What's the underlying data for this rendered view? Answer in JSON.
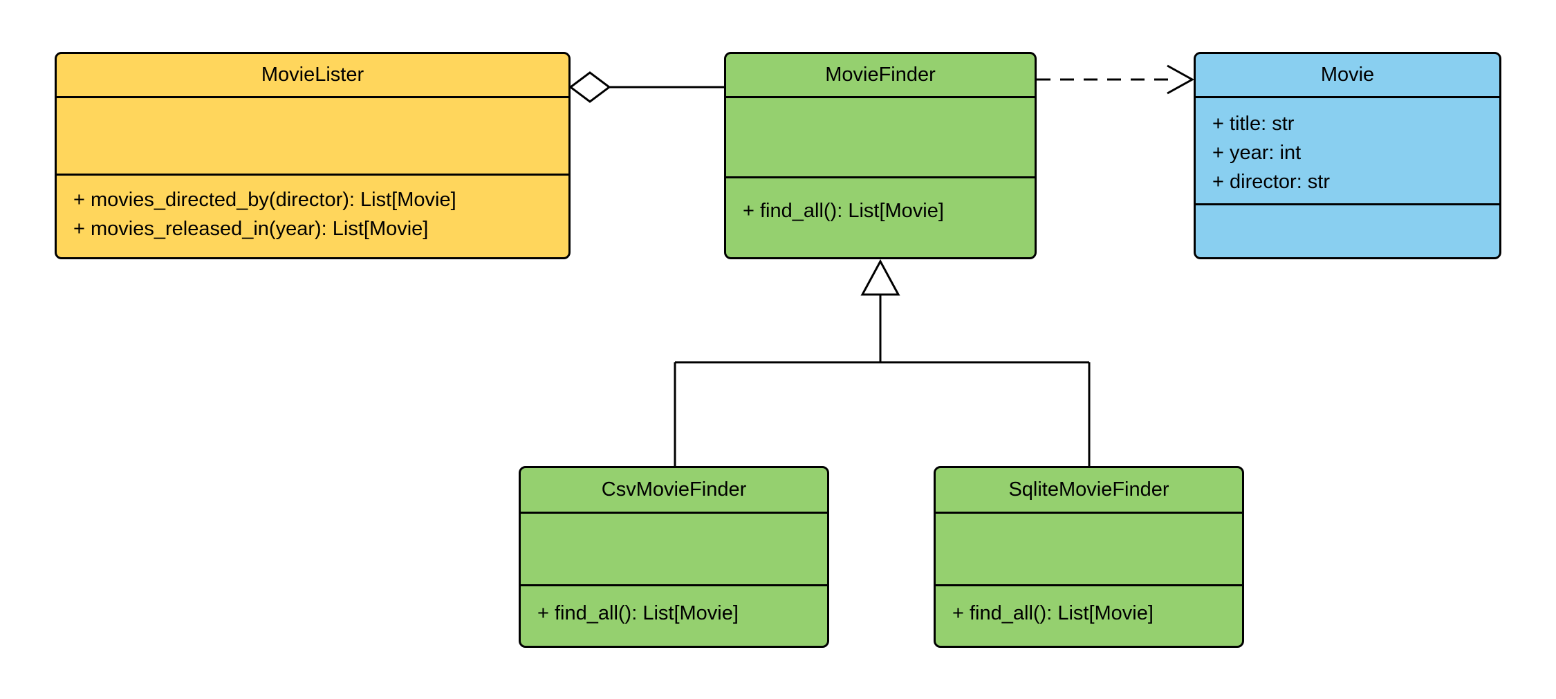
{
  "diagram": {
    "kind": "uml-class-diagram",
    "background": "#ffffff",
    "stroke_color": "#000000",
    "classes": {
      "movie_lister": {
        "name": "MovieLister",
        "fill": "#FFD65C",
        "attributes": [],
        "methods": [
          "+ movies_directed_by(director): List[Movie]",
          "+ movies_released_in(year): List[Movie]"
        ]
      },
      "movie_finder": {
        "name": "MovieFinder",
        "fill": "#95D06F",
        "attributes": [],
        "methods": [
          "+ find_all(): List[Movie]"
        ]
      },
      "movie": {
        "name": "Movie",
        "fill": "#89CFF0",
        "attributes": [
          "+ title: str",
          "+ year: int",
          "+ director: str"
        ],
        "methods": []
      },
      "csv_movie_finder": {
        "name": "CsvMovieFinder",
        "fill": "#95D06F",
        "attributes": [],
        "methods": [
          "+ find_all(): List[Movie]"
        ]
      },
      "sqlite_movie_finder": {
        "name": "SqliteMovieFinder",
        "fill": "#95D06F",
        "attributes": [],
        "methods": [
          "+ find_all(): List[Movie]"
        ]
      }
    },
    "relationships": [
      {
        "type": "aggregation",
        "from": "MovieLister",
        "to": "MovieFinder",
        "marker": "open-diamond",
        "line": "solid"
      },
      {
        "type": "dependency",
        "from": "MovieFinder",
        "to": "Movie",
        "marker": "open-arrow",
        "line": "dashed"
      },
      {
        "type": "generalization",
        "from": "CsvMovieFinder",
        "to": "MovieFinder",
        "marker": "hollow-triangle",
        "line": "solid"
      },
      {
        "type": "generalization",
        "from": "SqliteMovieFinder",
        "to": "MovieFinder",
        "marker": "hollow-triangle",
        "line": "solid"
      }
    ]
  }
}
